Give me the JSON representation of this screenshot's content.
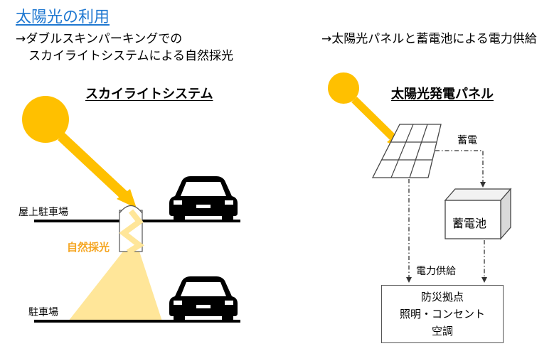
{
  "title": "太陽光の利用",
  "left_subtitle": [
    "→ダブルスキンパーキングでの",
    "スカイライトシステムによる自然採光"
  ],
  "right_subtitle": "→太陽光パネルと蓄電池による電力供給",
  "left_heading": "スカイライトシステム",
  "right_heading": "太陽光発電パネル",
  "labels": {
    "rooftop_parking": "屋上駐車場",
    "parking": "駐車場",
    "natural_daylight": "自然採光",
    "charge": "蓄電",
    "power_supply": "電力供給"
  },
  "battery": "蓄電池",
  "hub_lines": [
    "防災拠点",
    "照明・コンセント",
    "空調"
  ],
  "colors": {
    "title": "#1f78d1",
    "sun": "#ffc000",
    "light_cone": "#ffe699",
    "daylight_label": "#f5a623",
    "car": "#000000"
  }
}
